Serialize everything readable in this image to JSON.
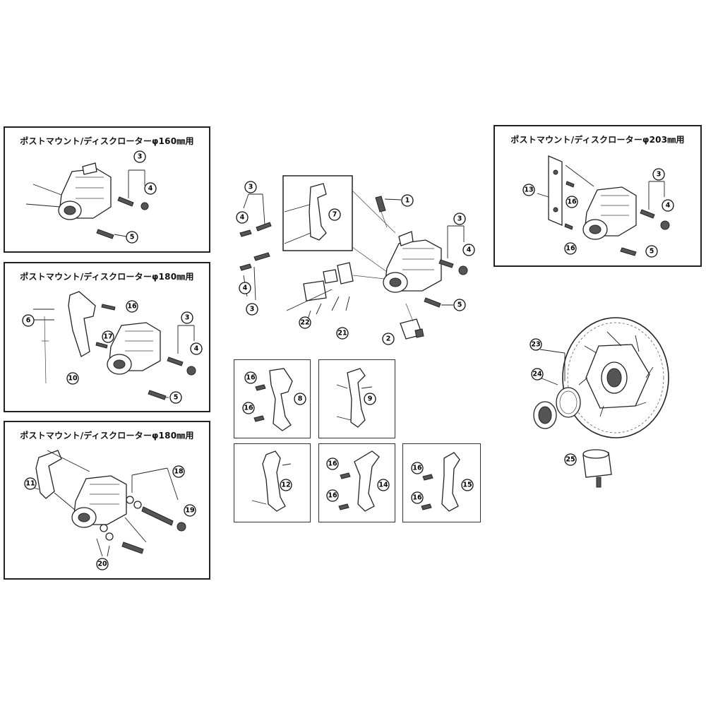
{
  "panels": {
    "p160": {
      "title": "ポストマウント/ディスクローターφ160㎜用",
      "callouts": [
        "3",
        "4",
        "5"
      ]
    },
    "p180a": {
      "title": "ポストマウント/ディスクローターφ180㎜用",
      "callouts": [
        "6",
        "16",
        "17",
        "10",
        "3",
        "4",
        "5"
      ]
    },
    "p180b": {
      "title": "ポストマウント/ディスクローターφ180㎜用",
      "callouts": [
        "11",
        "18",
        "19",
        "20"
      ]
    },
    "p203": {
      "title": "ポストマウント/ディスクローターφ203㎜用",
      "callouts": [
        "13",
        "16",
        "16",
        "3",
        "4",
        "5"
      ]
    }
  },
  "center": {
    "callouts": [
      "3",
      "4",
      "4",
      "3",
      "7",
      "1",
      "3",
      "4",
      "5",
      "22",
      "21",
      "2"
    ]
  },
  "adapters": {
    "a8": {
      "callouts": [
        "16",
        "16",
        "8"
      ]
    },
    "a9": {
      "callouts": [
        "9"
      ]
    },
    "a12": {
      "callouts": [
        "12"
      ]
    },
    "a14": {
      "callouts": [
        "16",
        "16",
        "14"
      ]
    },
    "a15": {
      "callouts": [
        "16",
        "16",
        "15"
      ]
    }
  },
  "rotor": {
    "callouts": [
      "23",
      "24",
      "25"
    ]
  }
}
